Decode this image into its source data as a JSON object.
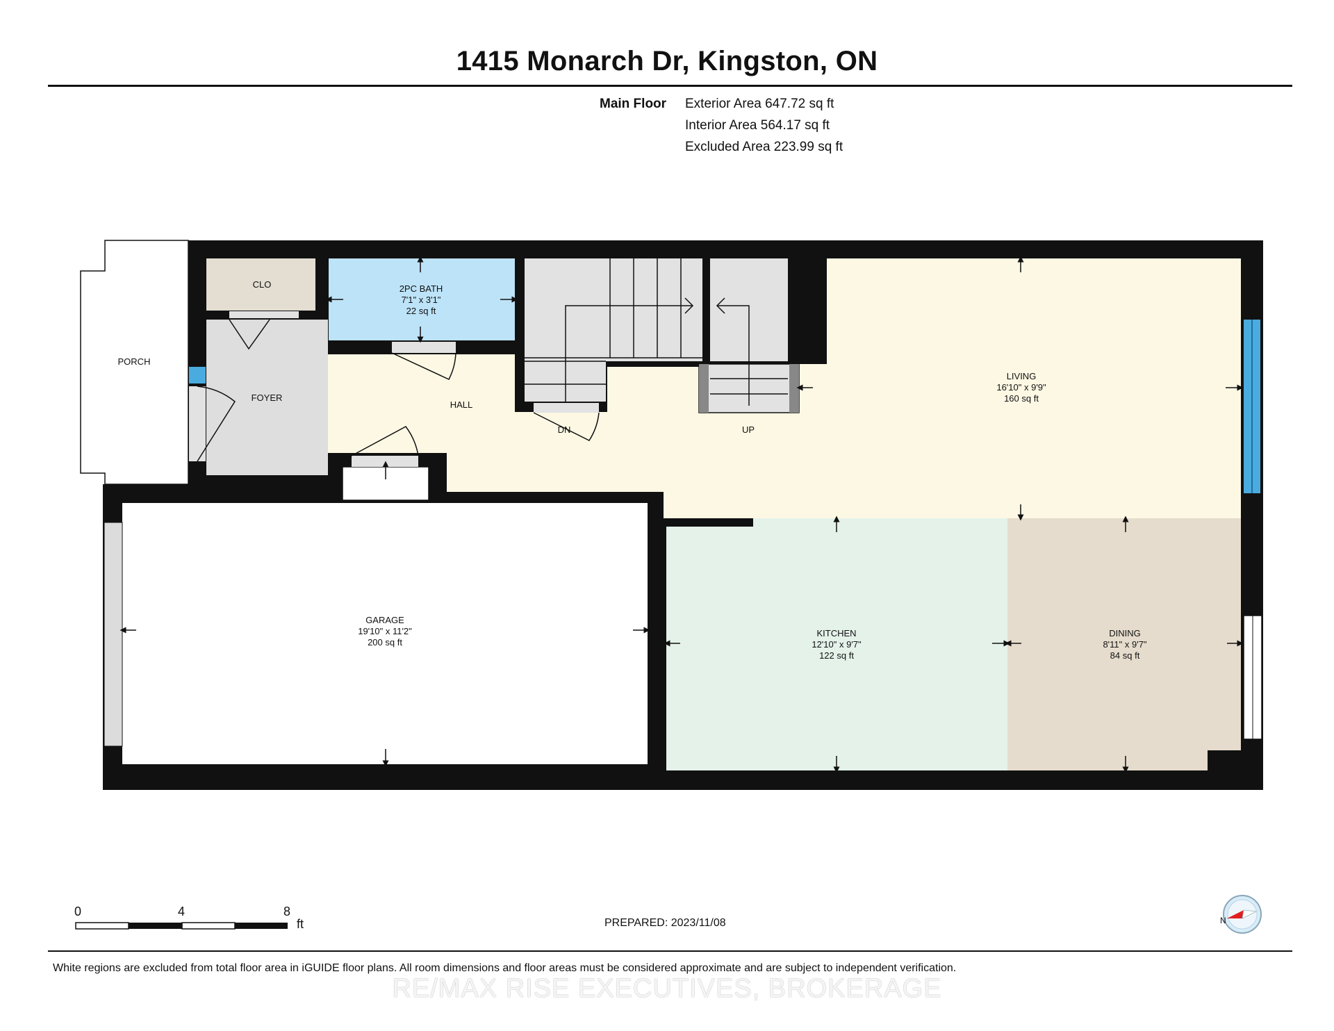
{
  "header": {
    "title": "1415 Monarch Dr, Kingston, ON",
    "floor_label": "Main Floor",
    "areas": [
      "Exterior Area 647.72 sq ft",
      "Interior Area 564.17 sq ft",
      "Excluded Area 223.99 sq ft"
    ]
  },
  "rooms": {
    "clo": {
      "name": "CLO"
    },
    "bath": {
      "name": "2PC BATH",
      "dims": "7'1\" x 3'1\"",
      "area": "22 sq ft"
    },
    "porch": {
      "name": "PORCH"
    },
    "foyer": {
      "name": "FOYER"
    },
    "hall": {
      "name": "HALL"
    },
    "dn": {
      "name": "DN"
    },
    "up": {
      "name": "UP"
    },
    "living": {
      "name": "LIVING",
      "dims": "16'10\" x 9'9\"",
      "area": "160 sq ft"
    },
    "garage": {
      "name": "GARAGE",
      "dims": "19'10\" x 11'2\"",
      "area": "200 sq ft"
    },
    "kitchen": {
      "name": "KITCHEN",
      "dims": "12'10\" x 9'7\"",
      "area": "122 sq ft"
    },
    "dining": {
      "name": "DINING",
      "dims": "8'11\" x 9'7\"",
      "area": "84 sq ft"
    }
  },
  "colors": {
    "wall": "#111111",
    "bath": "#bde3f8",
    "clo": "#e4ddd1",
    "foyer": "#dedede",
    "hall": "#fdf8e4",
    "kitchen": "#e4f2ea",
    "dining": "#e6dccd",
    "stairs": "#e2e2e2",
    "window": "#4aabdf"
  },
  "scale": {
    "labels": [
      "0",
      "4",
      "8"
    ],
    "unit": "ft"
  },
  "footer": {
    "prepared": "PREPARED: 2023/11/08",
    "disclaimer": "White regions are excluded from total floor area in iGUIDE floor plans. All room dimensions and floor areas must be considered approximate and are subject to independent verification.",
    "watermark": "RE/MAX RISE EXECUTIVES, BROKERAGE"
  },
  "compass": {
    "label": "N"
  }
}
